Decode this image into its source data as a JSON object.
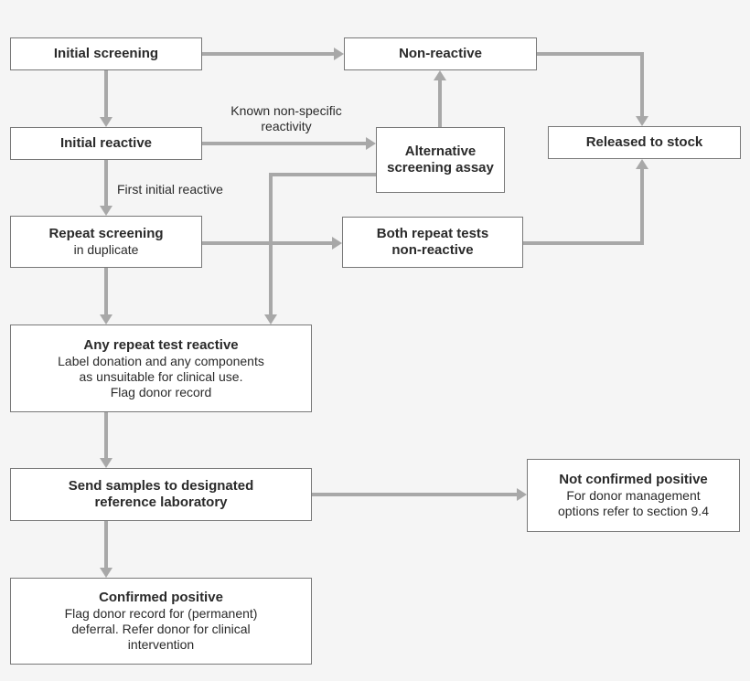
{
  "palette": {
    "background": "#f5f5f5",
    "box_fill": "#ffffff",
    "box_border": "#787878",
    "arrow": "#a8a8a8",
    "text": "#2a2a2a"
  },
  "diagram": {
    "nodes": {
      "initial_screening": {
        "title": "Initial screening"
      },
      "non_reactive": {
        "title": "Non-reactive"
      },
      "initial_reactive": {
        "title": "Initial reactive"
      },
      "alternative_assay": {
        "title": "Alternative\nscreening assay"
      },
      "released_to_stock": {
        "title": "Released to stock"
      },
      "repeat_screening": {
        "title": "Repeat screening",
        "body": "in duplicate"
      },
      "both_repeat_nonreactive": {
        "title": "Both repeat tests\nnon-reactive"
      },
      "any_repeat_reactive": {
        "title": "Any repeat test reactive",
        "body": "Label donation and any components\nas unsuitable for clinical use.\nFlag donor record"
      },
      "send_samples": {
        "title": "Send samples to designated\nreference laboratory"
      },
      "not_confirmed_positive": {
        "title": "Not confirmed positive",
        "body": "For donor management\noptions refer to section 9.4"
      },
      "confirmed_positive": {
        "title": "Confirmed positive",
        "body": "Flag donor record for (permanent)\ndeferral. Refer donor for clinical\nintervention"
      }
    },
    "edge_labels": {
      "known_nonspecific": "Known non-specific\nreactivity",
      "first_initial_reactive": "First initial reactive"
    }
  }
}
